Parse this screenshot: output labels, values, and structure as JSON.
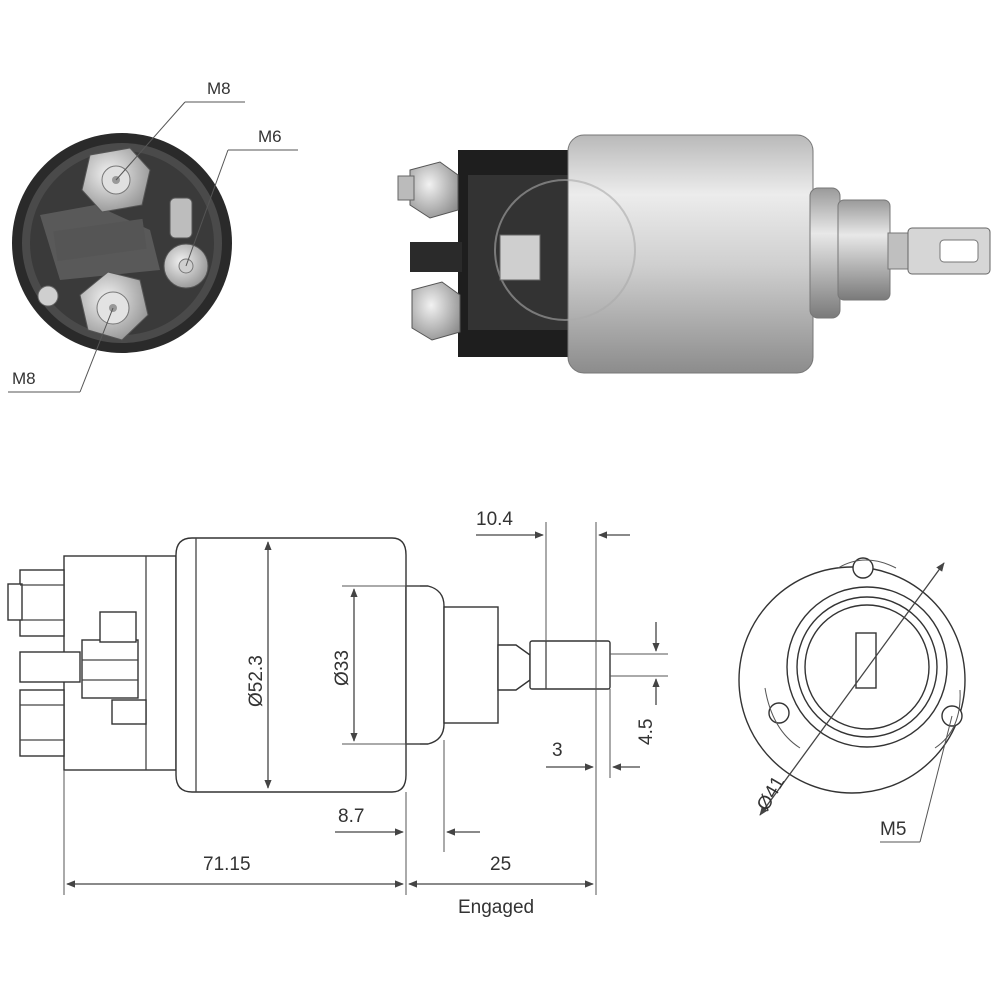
{
  "photo_front_view": {
    "labels": {
      "terminal_top": "M8",
      "terminal_small": "M6",
      "terminal_bottom": "M8"
    }
  },
  "drawing_side_view": {
    "dimensions": {
      "body_diameter": "Ø52.3",
      "nose_diameter": "Ø33",
      "tab_length": "10.4",
      "tab_width": "4.5",
      "tab_thickness": "3",
      "nose_offset": "8.7",
      "body_length": "71.15",
      "stroke": "25"
    },
    "stroke_note": "Engaged"
  },
  "drawing_end_view": {
    "dimensions": {
      "bolt_circle": "Ø41"
    },
    "labels": {
      "mount_screw": "M5"
    }
  },
  "colors": {
    "line": "#444444",
    "metal_light": "#d9d9d9",
    "metal_dark": "#8a8a8a",
    "cap_black": "#1e1e1e"
  }
}
